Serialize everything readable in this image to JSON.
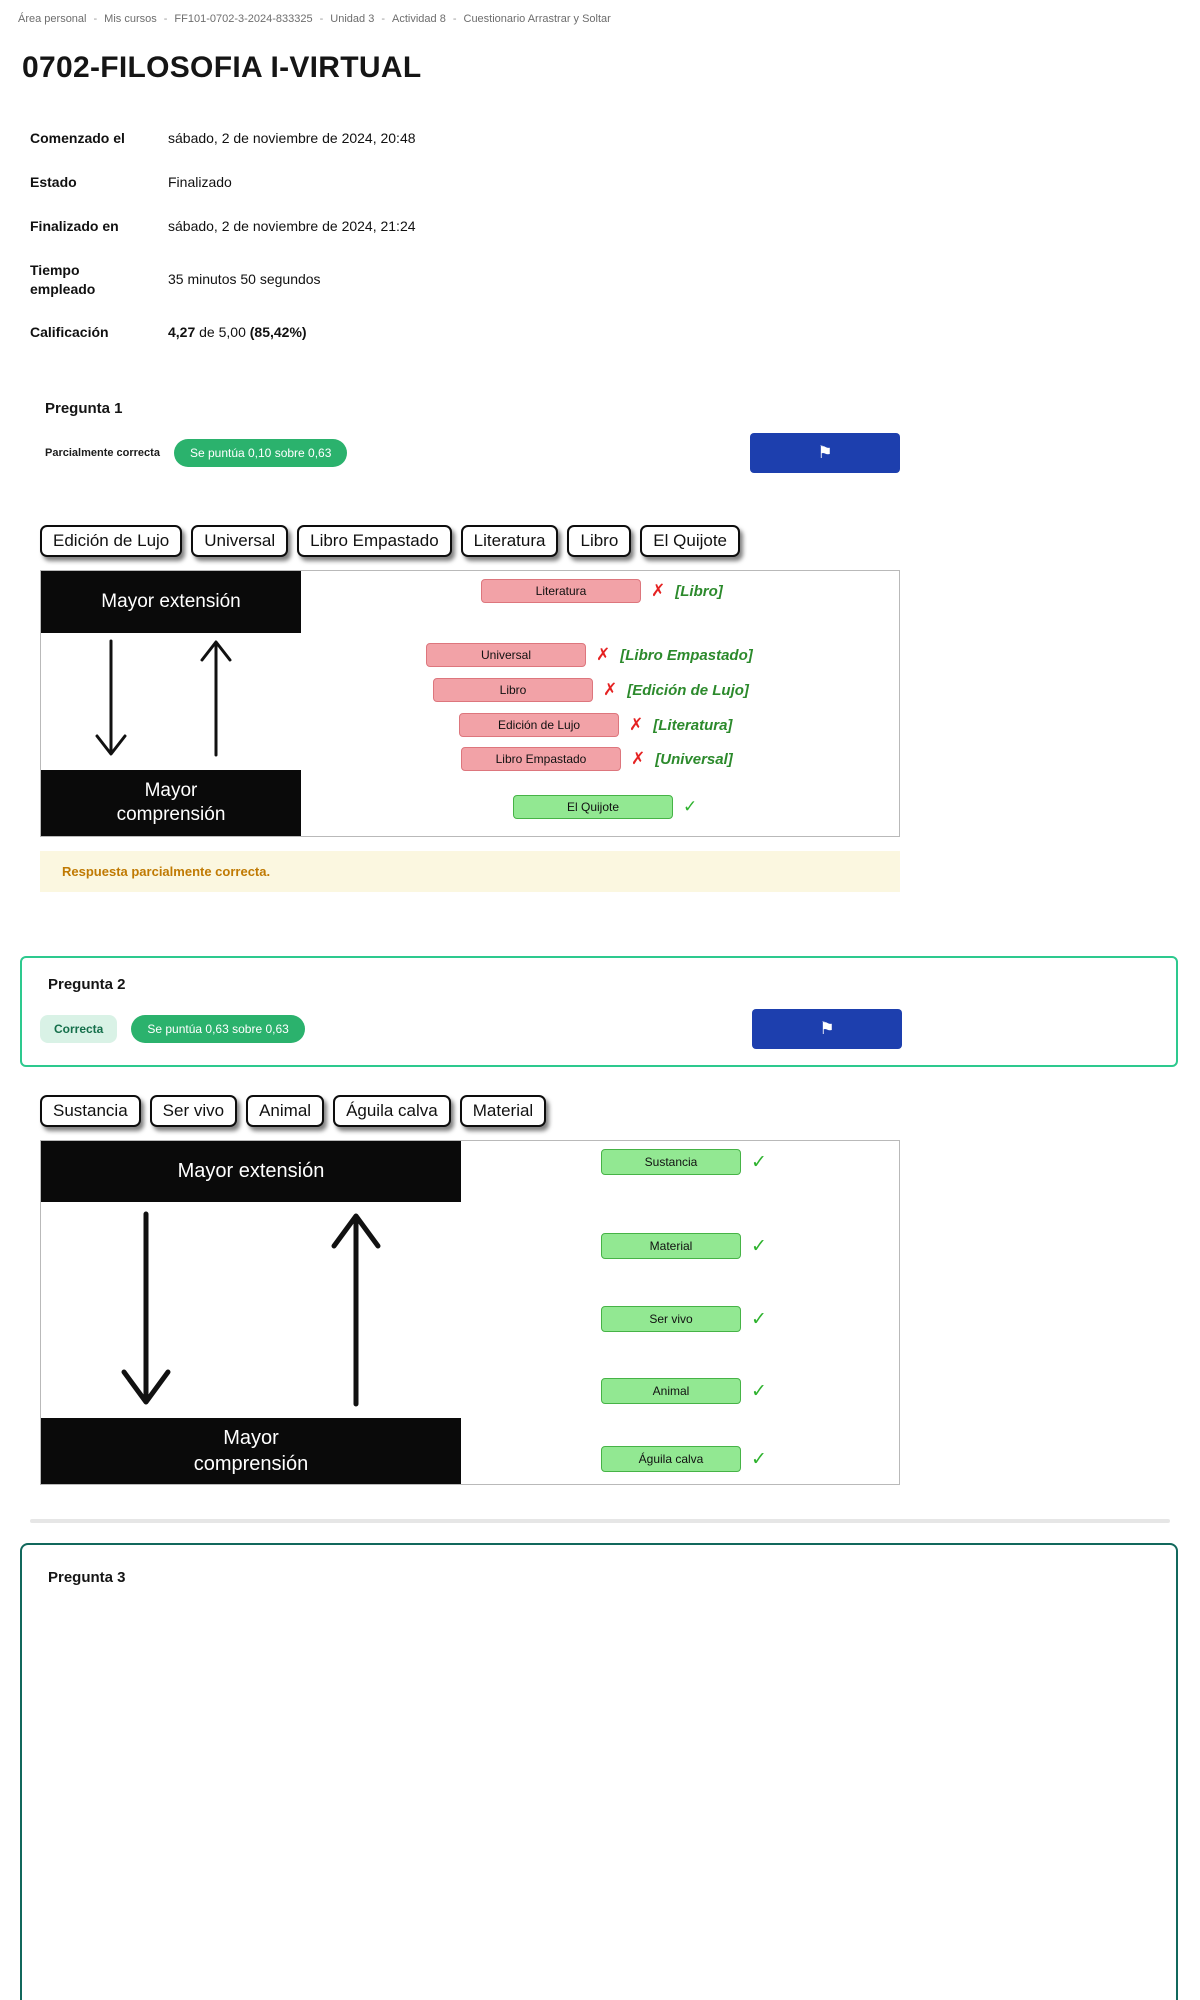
{
  "breadcrumb": {
    "separator": "-",
    "items": [
      "Área personal",
      "Mis cursos",
      "FF101-0702-3-2024-833325",
      "Unidad 3",
      "Actividad 8",
      "Cuestionario Arrastrar y Soltar"
    ]
  },
  "page": {
    "title": "0702-FILOSOFIA I-VIRTUAL"
  },
  "summary": {
    "rows": [
      {
        "label": "Comenzado el",
        "value": "sábado, 2 de noviembre de 2024, 20:48"
      },
      {
        "label": "Estado",
        "value": "Finalizado"
      },
      {
        "label": "Finalizado en",
        "value": "sábado, 2 de noviembre de 2024, 21:24"
      },
      {
        "label": "Tiempo empleado",
        "value": "35 minutos 50 segundos"
      }
    ],
    "grade_label": "Calificación",
    "grade_value_bold": "4,27",
    "grade_value_mid": " de 5,00 ",
    "grade_value_pct": "(85,42%)"
  },
  "icons": {
    "flag": "⚑",
    "cross": "✗",
    "check": "✓"
  },
  "colors": {
    "points_badge_green": "#2bb26d",
    "incorrect_box_bg": "#f2a2a7",
    "correct_box_bg": "#92e892",
    "flag_button_blue": "#1d3fae",
    "feedback_bg": "#fbf7e0",
    "feedback_text": "#c07a03",
    "question2_border": "#2dc98e",
    "question3_border": "#11685c",
    "correction_text_green": "#2c8a2c",
    "cross_red": "#e52222"
  },
  "q1": {
    "title": "Pregunta 1",
    "status": "Parcialmente correcta",
    "points_badge": "Se puntúa 0,10 sobre 0,63",
    "drag_items": [
      "Edición de Lujo",
      "Universal",
      "Libro Empastado",
      "Literatura",
      "Libro",
      "El Quijote"
    ],
    "diagram": {
      "top_label": "Mayor extensión",
      "bottom_label": "Mayor comprensión"
    },
    "answers": [
      {
        "text": "Literatura",
        "correct": false,
        "correction": "[Libro]"
      },
      {
        "text": "Universal",
        "correct": false,
        "correction": "[Libro Empastado]"
      },
      {
        "text": "Libro",
        "correct": false,
        "correction": "[Edición de Lujo]"
      },
      {
        "text": "Edición de Lujo",
        "correct": false,
        "correction": "[Literatura]"
      },
      {
        "text": "Libro Empastado",
        "correct": false,
        "correction": "[Universal]"
      },
      {
        "text": "El Quijote",
        "correct": true,
        "correction": ""
      }
    ],
    "feedback": "Respuesta parcialmente correcta."
  },
  "q2": {
    "title": "Pregunta 2",
    "status": "Correcta",
    "points_badge": "Se puntúa 0,63 sobre 0,63",
    "drag_items": [
      "Sustancia",
      "Ser vivo",
      "Animal",
      "Águila calva",
      "Material"
    ],
    "diagram": {
      "top_label": "Mayor extensión",
      "bottom_label": "Mayor comprensión"
    },
    "answers": [
      {
        "text": "Sustancia",
        "correct": true
      },
      {
        "text": "Material",
        "correct": true
      },
      {
        "text": "Ser vivo",
        "correct": true
      },
      {
        "text": "Animal",
        "correct": true
      },
      {
        "text": "Águila calva",
        "correct": true
      }
    ]
  },
  "q3": {
    "title": "Pregunta 3"
  }
}
